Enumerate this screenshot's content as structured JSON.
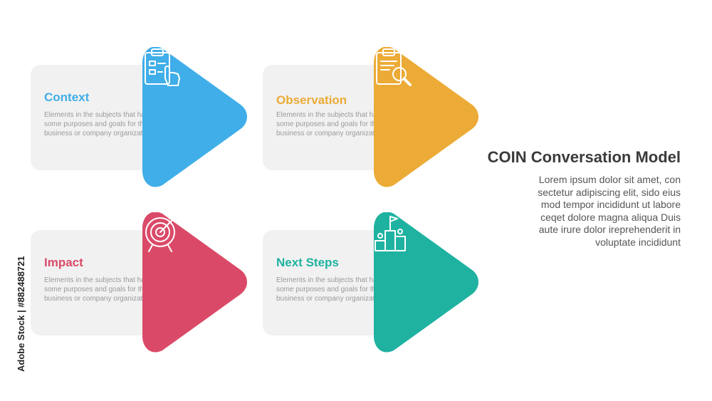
{
  "diagram": {
    "title": "COIN Conversation Model",
    "description": "Lorem ipsum dolor sit amet, con\nsectetur adipiscing elit, sido eius\nmod tempor incididunt ut labore\nceqet dolore magna aliqua Duis\naute irure dolor ireprehenderit in\nvoluptate incididunt",
    "steps": [
      {
        "title": "Context",
        "text": "Elements in the subjects that have some purposes and goals for the  business or company organization",
        "color": "#40aee8",
        "icon": "clipboard-hand-icon"
      },
      {
        "title": "Observation",
        "text": "Elements in the subjects that have some purposes and goals for the  business or company organization",
        "color": "#ecab36",
        "icon": "clipboard-magnifier-icon"
      },
      {
        "title": "Impact",
        "text": "Elements in the subjects that have some purposes and goals for the  business or company organization",
        "color": "#da4a68",
        "icon": "target-arrow-icon"
      },
      {
        "title": "Next Steps",
        "text": "Elements in the subjects that have some purposes and goals for the  business or company organization",
        "color": "#1fb2a1",
        "icon": "podium-flag-icon"
      }
    ]
  },
  "watermark": {
    "credit": "Adobe Stock | #882488721"
  }
}
